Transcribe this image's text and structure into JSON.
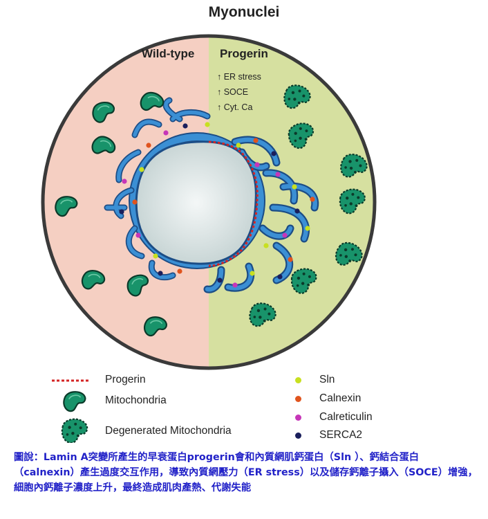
{
  "title": "Myonuclei",
  "left_label": "Wild-type",
  "right_label": "Progerin",
  "effects": [
    "↑ ER stress",
    "↑ SOCE",
    "↑ Cyt. Ca"
  ],
  "colors": {
    "wildtype_bg": "#f5cfc2",
    "progerin_bg": "#d6e0a0",
    "er": "#3b8fd4",
    "mitochondria": "#18936a",
    "progerin_line": "#d42424",
    "nucleus": "#dfe6e6"
  },
  "legend": {
    "progerin": "Progerin",
    "mitochondria": "Mitochondria",
    "degenerated": "Degenerated Mitochondria",
    "markers": [
      {
        "label": "Sln",
        "color": "#c8e020"
      },
      {
        "label": "Calnexin",
        "color": "#e0541e"
      },
      {
        "label": "Calreticulin",
        "color": "#c636b8"
      },
      {
        "label": "SERCA2",
        "color": "#1a1f5c"
      }
    ]
  },
  "caption": "圖說：Lamin A突變所產生的早衰蛋白progerin會和內質網肌鈣蛋白（Sln ）、鈣結合蛋白（calnexin）產生過度交互作用，導致內質網壓力（ER stress）以及儲存鈣離子攝入（SOCE）增強，細胞內鈣離子濃度上升，最終造成肌肉產熱、代謝失能"
}
